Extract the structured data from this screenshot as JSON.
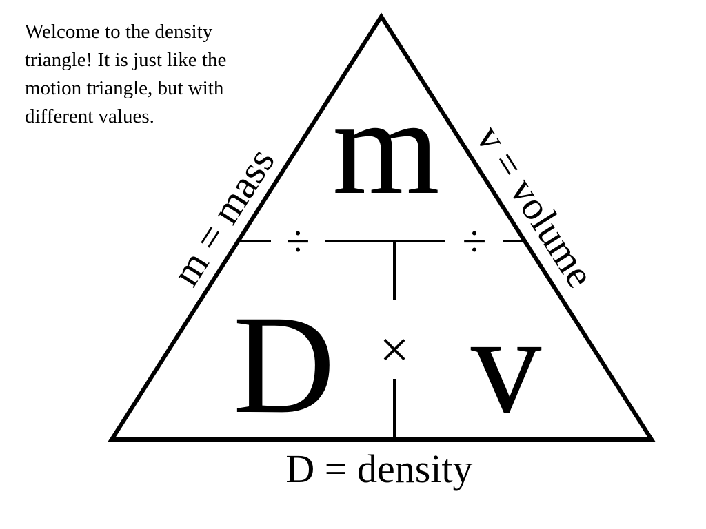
{
  "intro_text": "Welcome to the density triangle! It is just like the motion triangle, but with different values.",
  "triangle": {
    "top_symbol": "m",
    "bottom_left_symbol": "D",
    "bottom_right_symbol": "v",
    "divide_sign": "÷",
    "multiply_sign": "×"
  },
  "labels": {
    "left": "m = mass",
    "right": "v = volume",
    "bottom": "D = density"
  }
}
